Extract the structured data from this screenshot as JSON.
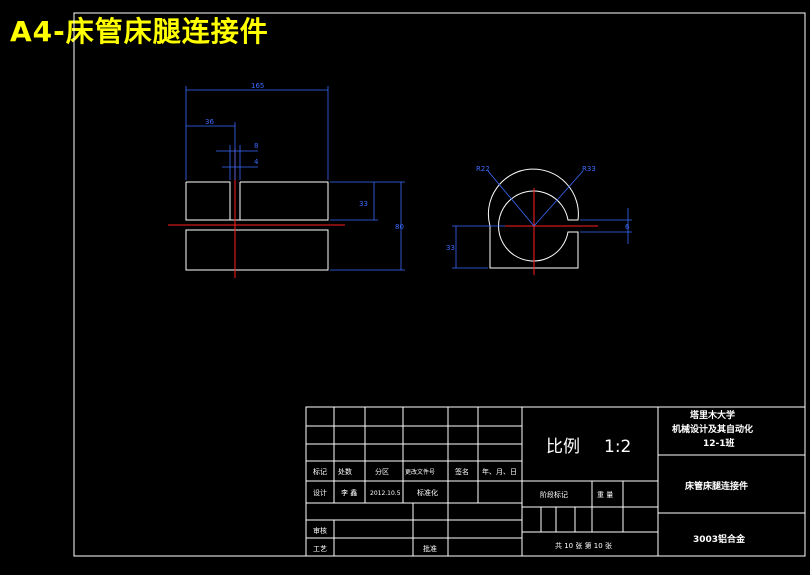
{
  "title": "A4-床管床腿连接件",
  "dimensions": {
    "width_total": "165",
    "slot_offset": "36",
    "gap_upper": "8",
    "gap_lower": "4",
    "height_total": "80",
    "height_upper": "33",
    "radius_inner": "R22",
    "radius_outer": "R33",
    "height_left": "33",
    "slot_width": "6"
  },
  "title_block": {
    "scale_label": "比例",
    "scale_value": "1:2",
    "school": "塔里木大学",
    "major": "机械设计及其自动化",
    "class": "12-1班",
    "part_name": "床管床腿连接件",
    "material": "3003铝合金",
    "rev_header": [
      "标记",
      "处数",
      "分区",
      "更改文件号",
      "签名",
      "年、月、日"
    ],
    "row_design": [
      "设计",
      "李 鑫",
      "2012.10.5",
      "标准化"
    ],
    "review": "审核",
    "process": "工艺",
    "approve": "批准",
    "stage_mark": "阶段标记",
    "weight": "重 量",
    "sheets": "共 10 张  第 10 张"
  }
}
